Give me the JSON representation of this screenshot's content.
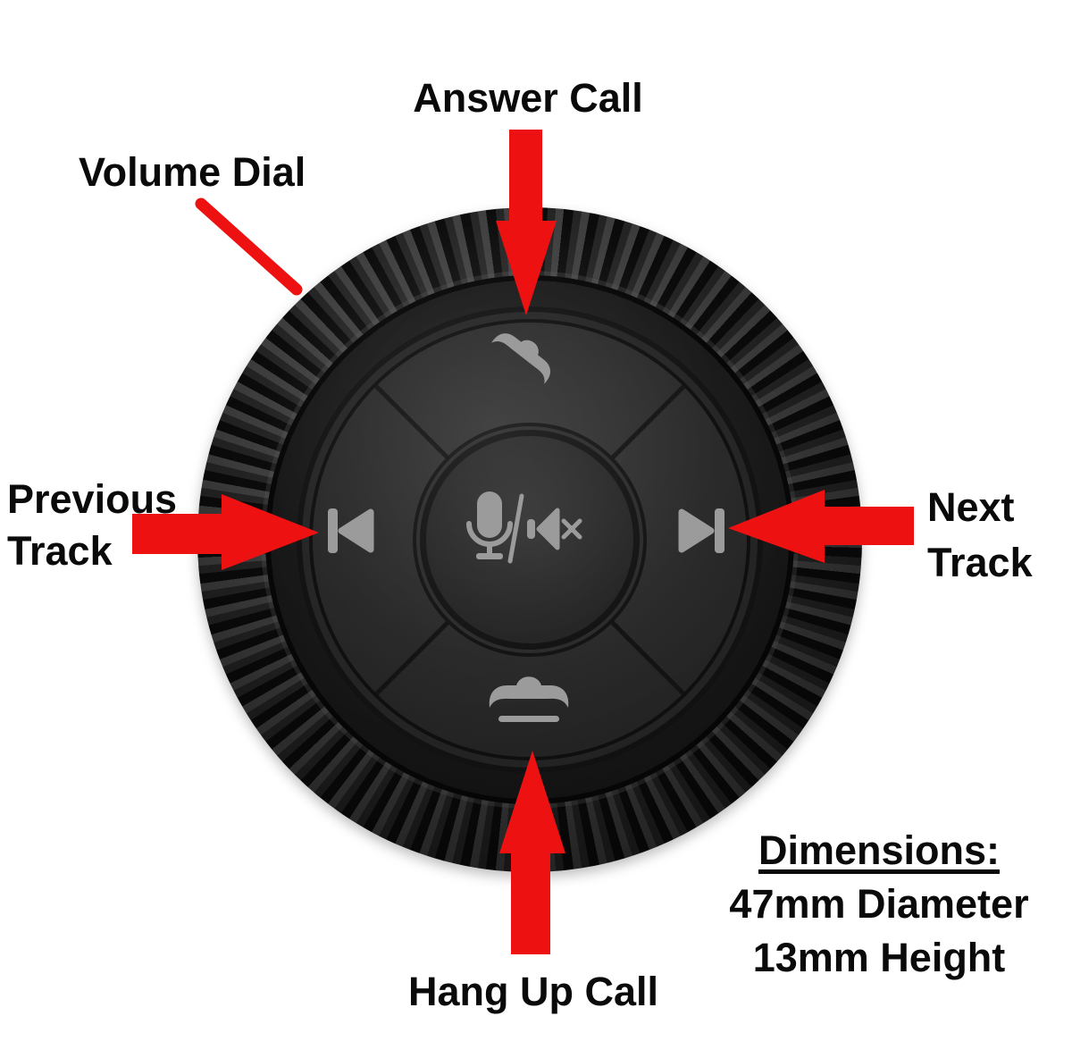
{
  "title": "Steering wheel media button controller — annotated diagram",
  "colors": {
    "accent_red": "#ee1111",
    "label_black": "#0a0a0a",
    "icon_gray": "#9b9b9b",
    "device_black": "#141414",
    "background_white": "#ffffff"
  },
  "labels": {
    "answer_call": "Answer Call",
    "volume_dial": "Volume Dial",
    "previous_track_line1": "Previous",
    "previous_track_line2": "Track",
    "next_track_line1": "Next",
    "next_track_line2": "Track",
    "hang_up_call": "Hang Up Call"
  },
  "dimensions": {
    "heading": "Dimensions:",
    "line1": "47mm Diameter",
    "line2": "13mm Height"
  },
  "device": {
    "description": "Round remote control with knurled outer volume dial, four segment buttons and a center button",
    "buttons": [
      {
        "name": "volume-dial",
        "icon": "knurled-ring",
        "annotation": "Volume Dial"
      },
      {
        "name": "answer-call-button",
        "icon": "phone-answer-icon",
        "annotation": "Answer Call"
      },
      {
        "name": "hang-up-button",
        "icon": "phone-hangup-icon",
        "annotation": "Hang Up Call"
      },
      {
        "name": "previous-track-button",
        "icon": "previous-track-icon",
        "annotation": "Previous Track"
      },
      {
        "name": "next-track-button",
        "icon": "next-track-icon",
        "annotation": "Next Track"
      },
      {
        "name": "center-button",
        "icon": "mic-mute-icon",
        "annotation": ""
      }
    ]
  }
}
